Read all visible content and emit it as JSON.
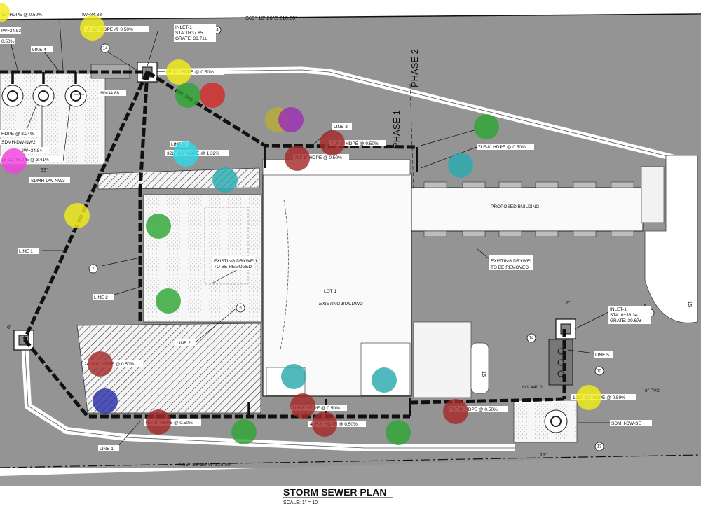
{
  "drawing": {
    "title": "STORM SEWER PLAN",
    "scale": "SCALE: 1\" = 10'",
    "phase1": "PHASE 1",
    "phase2": "PHASE 2",
    "bearing_top": "S69° 18' 26\"E  210.00'",
    "bearing_bottom": "N69° 18' 26\"W  210.00'",
    "proposed_building": "PROPOSED BUILDING",
    "existing_building": "EXISTING BUILDING",
    "lot_label": "LOT 1",
    "drywell_1": [
      "EXISTING DRYWELL",
      "TO BE REMOVED"
    ],
    "drywell_2": [
      "EXISTING DRYWELL",
      "TO BE REMOVED"
    ],
    "inlet_1": [
      "INLET-1",
      "STA: 0+37.85",
      "GRATE: 38.71±"
    ],
    "inlet_2": [
      "INLET-1",
      "STA: 0+36.34",
      "GRATE: 39.67±"
    ],
    "pipe_labels": [
      "12\" HDPE @ 0.50%",
      "IW=34.88",
      "IW=34.83",
      "0.50%",
      "LINE 4",
      "LF-12\" HDPE @ 0.50%",
      "LF-12\" HDPE @ 0.50%",
      "IW=34.88",
      "HDPE @ 3.24%",
      "SDMH-DW-NW2",
      "IW=34.84",
      "LF-12\" HDPE @ 3.41%",
      "SDMH-DW-NW3",
      "33'",
      "LINE 3",
      "32LF-12\" HDPE @ 1.32%",
      "LINE 3",
      "7LF-8\" HDPE @ 0.50%",
      "7LF-8\" HDPE @ 0.50%",
      "7LF-8\" HDPE @ 0.50%",
      "LINE 1",
      "LINE 2",
      "LINE 2",
      "24LF-8\" HDPE @ 0.50%",
      "7LF-8\" HDPE @ 0.50%",
      "4LF-8\" HDPE @ 0.50%",
      "4LF-8\" HDPE @ 0.50%",
      "7LF-8\" HDPE @ 0.50%",
      "LINE 1",
      "LINE 5",
      "6\" PVC",
      "10LF-12\" HDPE @ 0.50%",
      "SDMH-DW-SE",
      "INV.=40.0"
    ],
    "callouts": [
      "4",
      "14",
      "4",
      "7",
      "6",
      "14",
      "15",
      "13",
      "15",
      "15",
      "5",
      "6'",
      "6'",
      "17'"
    ]
  },
  "markers": {
    "colors": {
      "yellow": "#f2ec1a",
      "green": "#2ea635",
      "red": "#d42a2a",
      "magenta": "#f13fe0",
      "cyan": "#2fd8e6",
      "teal": "#2aa9b0",
      "darkred": "#a52a2a",
      "olive": "#b9ac37",
      "purple": "#9b2fb5",
      "navy": "#2c2fa8",
      "lime": "#5ff03a"
    }
  }
}
